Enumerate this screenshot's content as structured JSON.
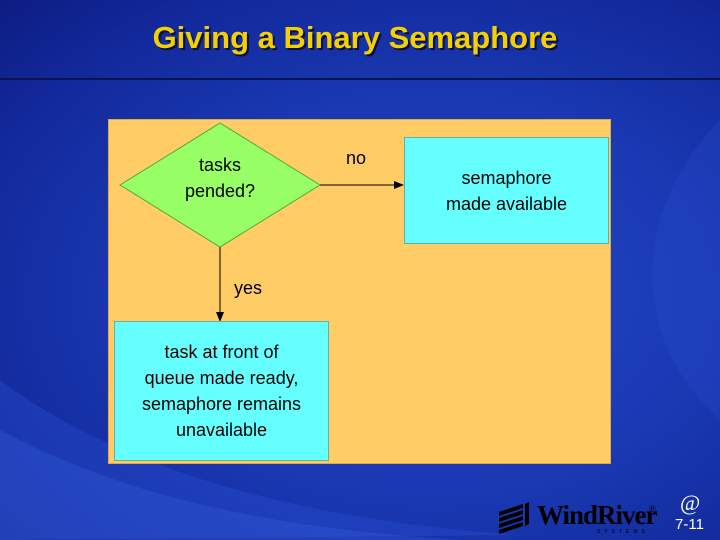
{
  "slide": {
    "title": "Giving a Binary Semaphore",
    "page_number": "7-11",
    "footer_symbol": "@"
  },
  "flowchart": {
    "decision": {
      "line1": "tasks",
      "line2": "pended?"
    },
    "no_branch_label": "no",
    "yes_branch_label": "yes",
    "no_result": {
      "line1": "semaphore",
      "line2": "made available"
    },
    "yes_result": {
      "line1": "task at front of",
      "line2": "queue made ready,",
      "line3": "semaphore remains",
      "line4": "unavailable"
    }
  },
  "logo": {
    "name": "WindRiver",
    "registered": "®",
    "tagline": "SYSTEMS"
  },
  "colors": {
    "background": "#1a3ab4",
    "title": "#f5d000",
    "panel": "#ffcc66",
    "decision_fill": "#99ff66",
    "box_fill": "#66ffff"
  }
}
